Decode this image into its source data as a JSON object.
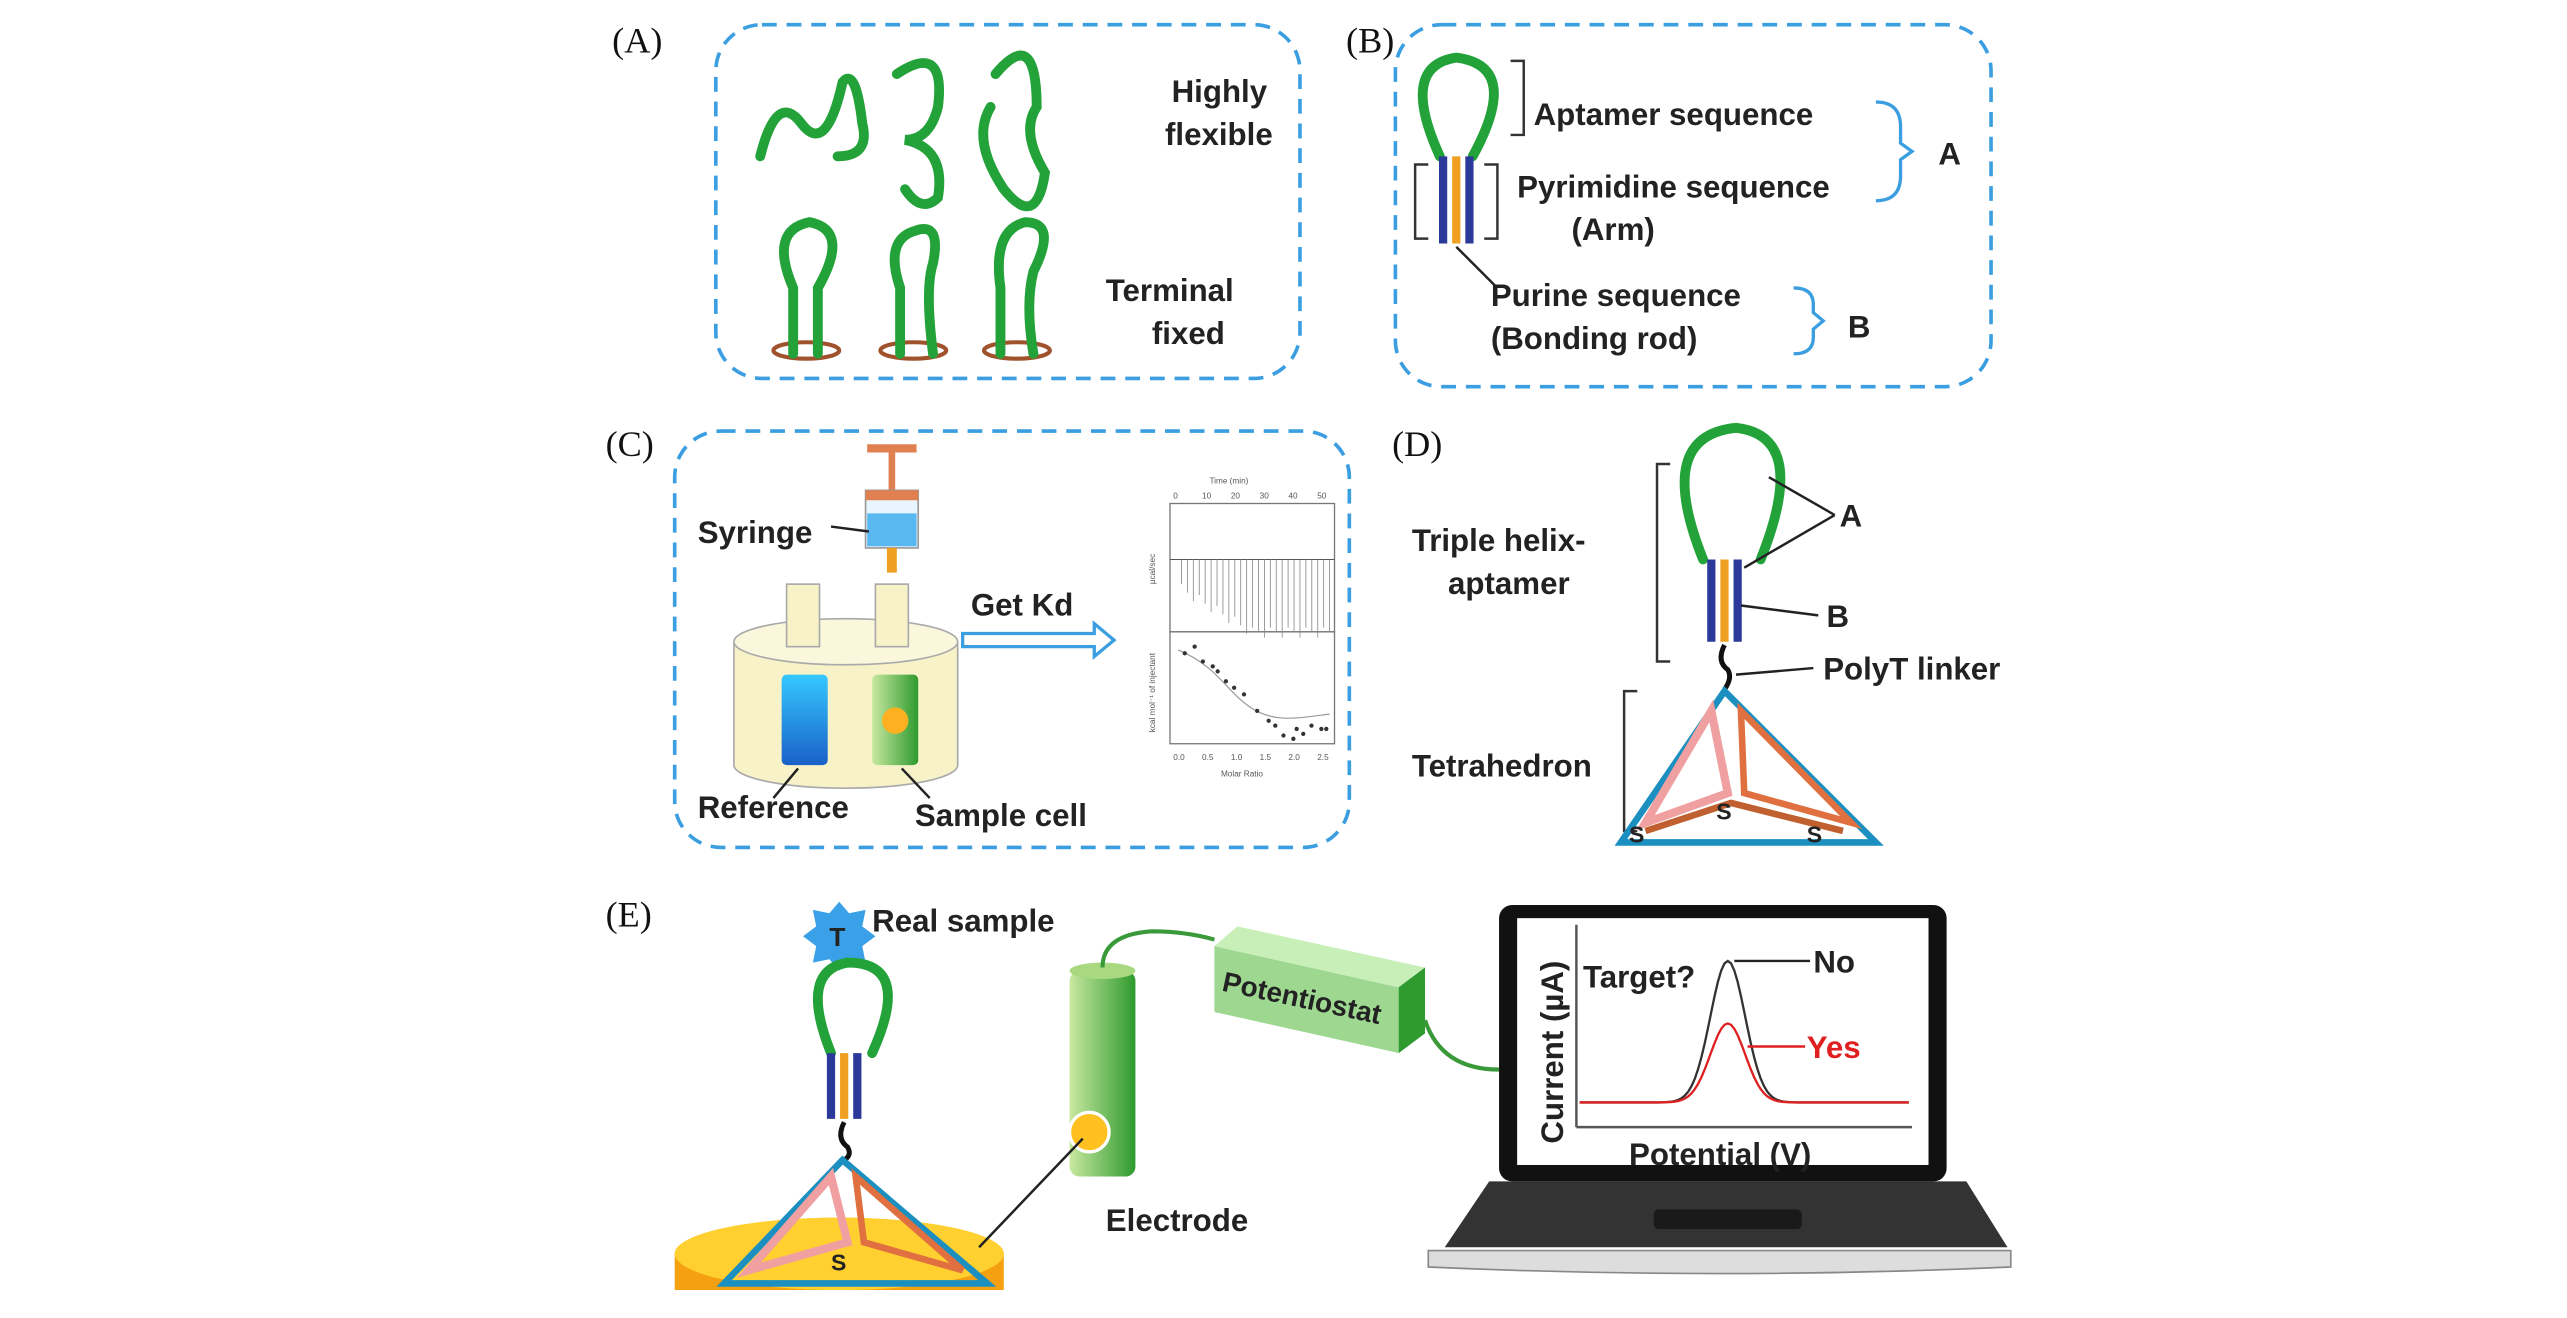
{
  "panels": {
    "a": {
      "label": "(A)",
      "text1": "Highly",
      "text2": "flexible",
      "text3": "Terminal",
      "text4": "fixed"
    },
    "b": {
      "label": "(B)",
      "aptamer": "Aptamer sequence",
      "pyrimidine": "Pyrimidine sequence",
      "arm": "(Arm)",
      "purine": "Purine sequence",
      "rod": "(Bonding rod)",
      "brace_a": "A",
      "brace_b": "B"
    },
    "c": {
      "label": "(C)",
      "syringe": "Syringe",
      "getkd": "Get Kd",
      "reference": "Reference",
      "sample": "Sample cell",
      "itc": {
        "top_xlabel": "Time (min)",
        "top_ylabel": "µcal/sec",
        "bottom_ylabel": "kcal mol⁻¹ of injectant",
        "xlabel": "Molar Ratio",
        "time_ticks": [
          "0",
          "10",
          "20",
          "30",
          "40",
          "50"
        ],
        "ratio_ticks": [
          "0.0",
          "0.5",
          "1.0",
          "1.5",
          "2.0",
          "2.5"
        ]
      }
    },
    "d": {
      "label": "(D)",
      "triple1": "Triple helix-",
      "triple2": "aptamer",
      "a": "A",
      "b": "B",
      "linker": "PolyT linker",
      "tetra": "Tetrahedron",
      "s": "S"
    },
    "e": {
      "label": "(E)",
      "target": "T",
      "real": "Real sample",
      "potentiostat": "Potentiostat",
      "electrode": "Electrode",
      "screen": {
        "question": "Target?",
        "no": "No",
        "yes": "Yes",
        "ylabel": "Current (µA)",
        "xlabel": "Potential (V)"
      }
    }
  },
  "colors": {
    "dash": "#3a9ee0",
    "strand": "#23a23a",
    "arm": "#2b3a9a",
    "rod": "#f0a020",
    "yes": "#e02020"
  }
}
